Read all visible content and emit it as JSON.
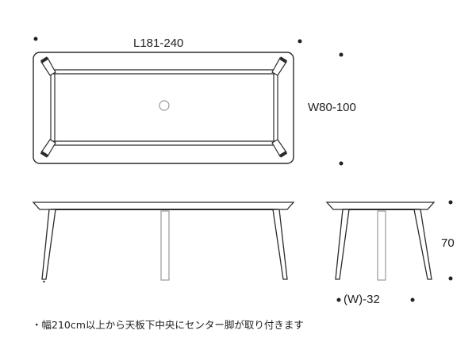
{
  "colors": {
    "line": "#2b2b2b",
    "fill": "#ffffff",
    "leg": "#333333"
  },
  "labels": {
    "length": "L181-240",
    "width": "W80-100",
    "height": "70",
    "side_width": "(W)-32"
  },
  "note": "・幅210cm以上から天板下中央にセンター脚が取り付きます"
}
